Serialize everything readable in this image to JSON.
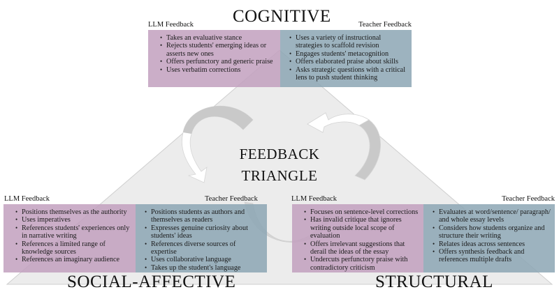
{
  "diagram": {
    "center_title_line1": "FEEDBACK",
    "center_title_line2": "TRIANGLE",
    "colors": {
      "llm_panel": "#c8a9c4",
      "teacher_panel": "#97afbb",
      "triangle_fill": "#ececec",
      "arrow_gray": "#c9c9c9",
      "arrow_white": "#ffffff"
    },
    "cognitive": {
      "title": "COGNITIVE",
      "llm_header": "LLM Feedback",
      "teacher_header": "Teacher Feedback",
      "llm_items": [
        "Takes an evaluative stance",
        "Rejects students' emerging ideas or asserts new ones",
        "Offers perfunctory and generic praise",
        "Uses verbatim corrections"
      ],
      "teacher_items": [
        "Uses a variety of instructional strategies to scaffold revision",
        "Engages students' metacognition",
        "Offers elaborated praise about skills",
        "Asks strategic questions with a critical lens to push student thinking"
      ]
    },
    "social_affective": {
      "title": "SOCIAL-AFFECTIVE",
      "llm_header": "LLM Feedback",
      "teacher_header": "Teacher Feedback",
      "llm_items": [
        "Positions themselves as the authority",
        "Uses imperatives",
        "References students' experiences only in narrative writing",
        "References a limited range of knowledge sources",
        "References an imaginary audience"
      ],
      "teacher_items": [
        "Positions students as authors and themselves as readers",
        "Expresses genuine curiosity about students' ideas",
        "References diverse sources of expertise",
        "Uses collaborative language",
        "Takes up the student's language"
      ]
    },
    "structural": {
      "title": "STRUCTURAL",
      "llm_header": "LLM Feedback",
      "teacher_header": "Teacher Feedback",
      "llm_items": [
        "Focuses on sentence-level corrections",
        "Has invalid critique that ignores writing outside local scope of evaluation",
        "Offers irrelevant suggestions that derail the ideas of the essay",
        "Undercuts perfunctory praise with contradictory criticism"
      ],
      "teacher_items": [
        "Evaluates at word/sentence/ paragraph/ and whole essay levels",
        "Considers how students organize and structure their writing",
        "Relates ideas across sentences",
        "Offers synthesis feedback and references multiple drafts"
      ]
    }
  }
}
